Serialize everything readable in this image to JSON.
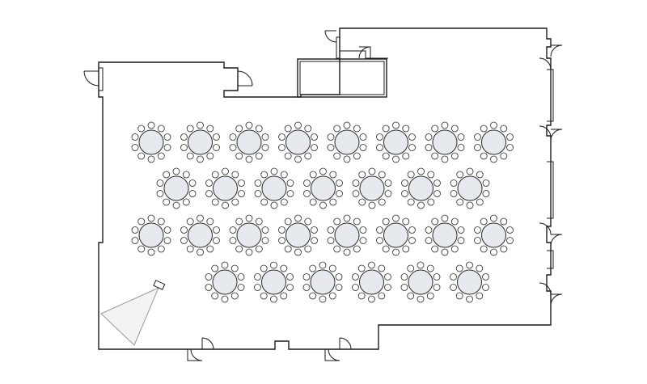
{
  "diagram": {
    "type": "floor-plan",
    "layout": "banquet rounds",
    "colors": {
      "background": "#ffffff",
      "wall": "#1a1a1a",
      "table_fill": "#e6e9ed",
      "chair_fill": "#ffffff",
      "projector_beam": "#f3f3f3"
    },
    "chairs_per_table": 10,
    "table_rows": [
      {
        "row": 1,
        "tables": 8
      },
      {
        "row": 2,
        "tables": 7
      },
      {
        "row": 3,
        "tables": 8
      },
      {
        "row": 4,
        "tables": 6
      }
    ],
    "table_count": 29,
    "doors": 9,
    "fixtures": [
      "stage-platform",
      "projector-icon"
    ]
  }
}
